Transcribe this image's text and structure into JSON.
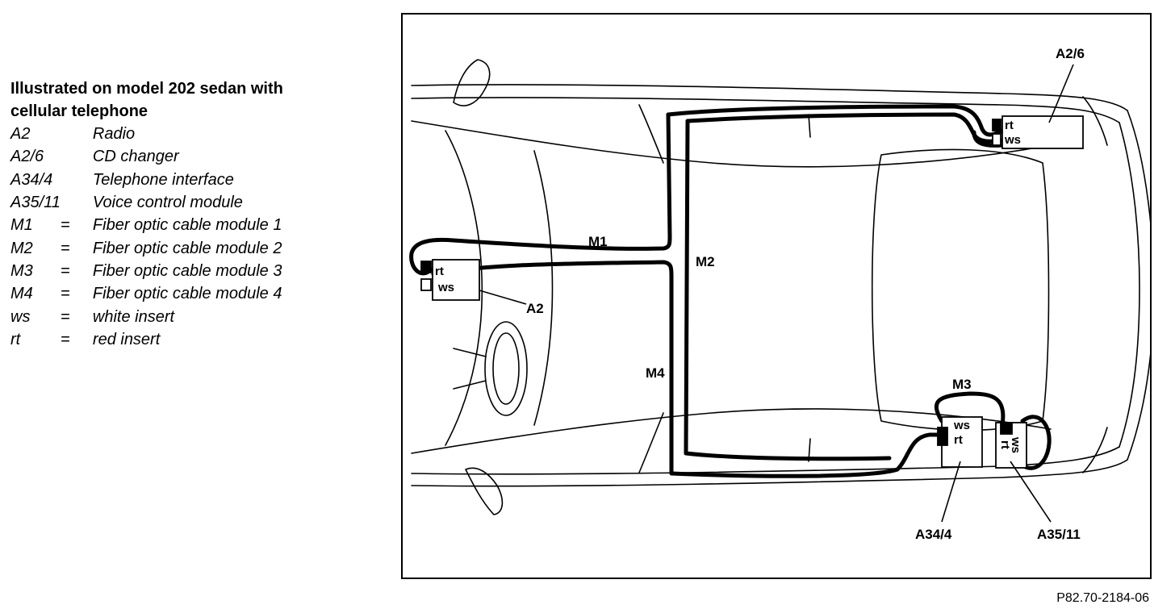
{
  "legend": {
    "heading_line1": "Illustrated on model 202 sedan with",
    "heading_line2": "cellular telephone",
    "items": [
      {
        "code": "A2",
        "eq": "",
        "desc": "Radio"
      },
      {
        "code": "A2/6",
        "eq": "",
        "desc": "CD changer"
      },
      {
        "code": "A34/4",
        "eq": "",
        "desc": "Telephone interface"
      },
      {
        "code": "A35/11",
        "eq": "",
        "desc": "Voice control module"
      },
      {
        "code": "M1",
        "eq": "=",
        "desc": "Fiber optic cable module 1"
      },
      {
        "code": "M2",
        "eq": "=",
        "desc": "Fiber optic cable module 2"
      },
      {
        "code": "M3",
        "eq": "=",
        "desc": "Fiber optic cable module 3"
      },
      {
        "code": "M4",
        "eq": "=",
        "desc": "Fiber optic cable module 4"
      },
      {
        "code": "ws",
        "eq": "=",
        "desc": "white insert"
      },
      {
        "code": "rt",
        "eq": "=",
        "desc": "red insert"
      }
    ]
  },
  "diagram": {
    "labels": {
      "a2": "A2",
      "a2_6": "A2/6",
      "a34_4": "A34/4",
      "a35_11": "A35/11",
      "m1": "M1",
      "m2": "M2",
      "m3": "M3",
      "m4": "M4"
    },
    "inserts": {
      "rt": "rt",
      "ws": "ws"
    }
  },
  "reference": "P82.70-2184-06"
}
